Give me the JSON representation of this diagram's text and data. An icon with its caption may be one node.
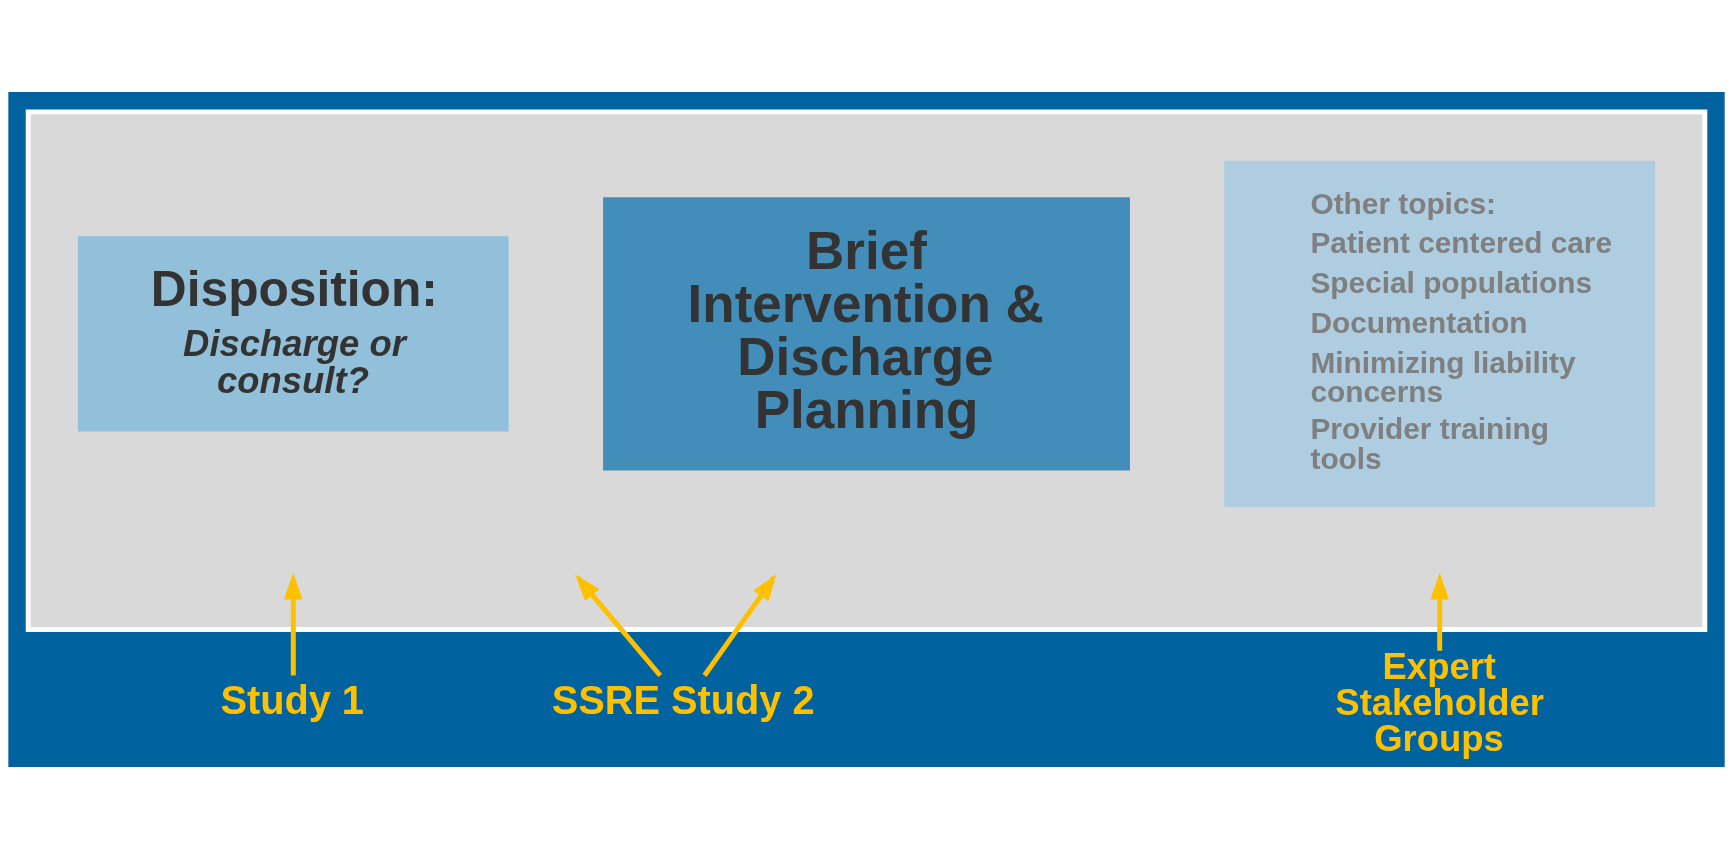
{
  "diagram": {
    "nodes": [
      {
        "text": [],
        "shape": "box"
      },
      {
        "text": [
          "Disposition:",
          "Discharge or consult?"
        ],
        "in": 0
      },
      {
        "text": [
          "Brief Intervention & Discharge Planning"
        ],
        "in": 0
      },
      {
        "text": [
          "Other topics:",
          "Patient centered care",
          "Special populations",
          "Documentation",
          "Minimizing liability concerns",
          "Provider training tools"
        ],
        "in": 0
      },
      {
        "text": [
          "Study 1"
        ]
      },
      {
        "text": [
          "SSRE Study 2"
        ]
      },
      {
        "text": [
          "Expert Stakeholder Groups"
        ]
      }
    ],
    "edges": [
      {
        "from": 4,
        "to": null,
        "arrow": "to"
      },
      {
        "from": 5,
        "to": null,
        "arrow": "to"
      },
      {
        "from": 5,
        "to": null,
        "arrow": "to"
      },
      {
        "from": 6,
        "to": null,
        "arrow": "to"
      }
    ]
  }
}
